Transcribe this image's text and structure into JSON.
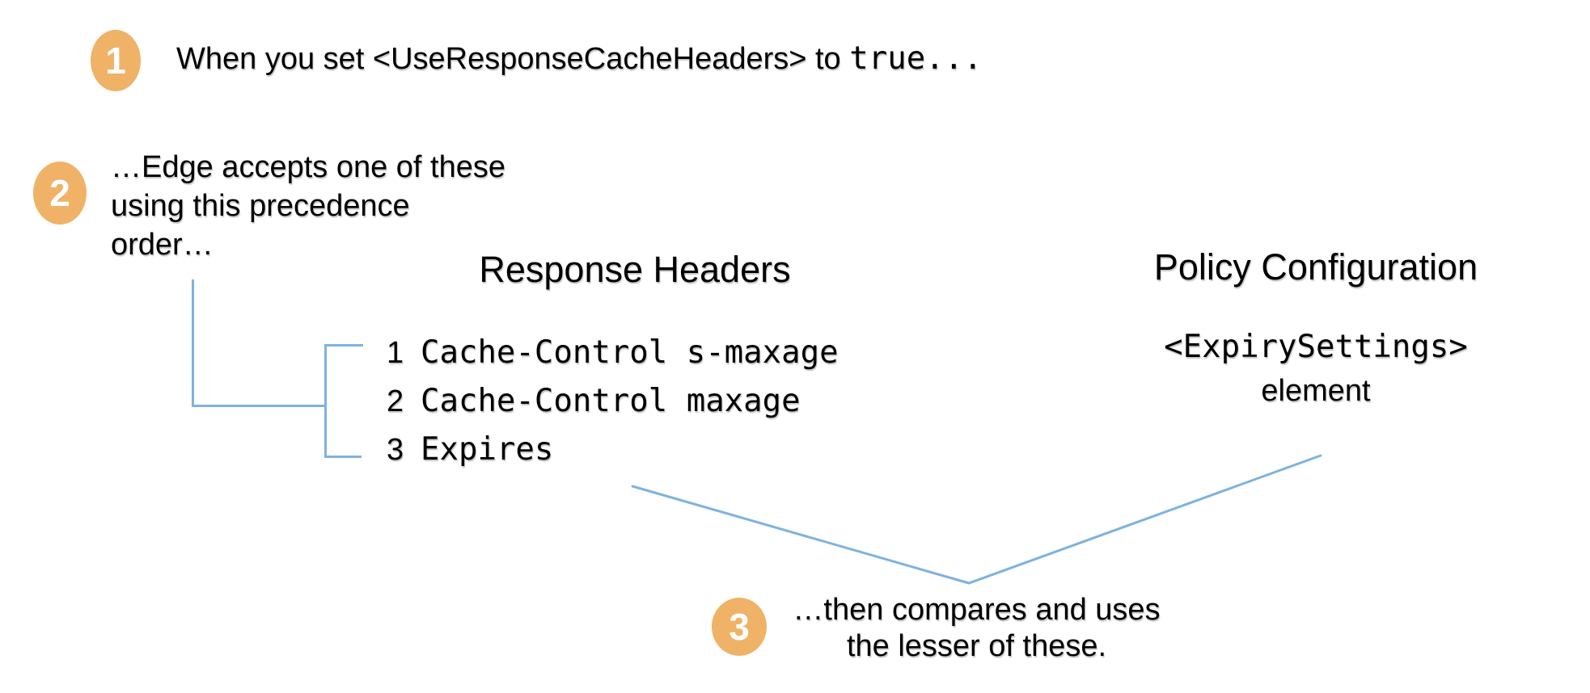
{
  "colors": {
    "badge_orange": "#F0B266",
    "connector_blue": "#7FB2DE",
    "text": "#000000",
    "background": "#ffffff"
  },
  "steps": {
    "step1": {
      "number": "1",
      "text_prefix": "When you set <UseResponseCacheHeaders> to ",
      "text_code": "true..."
    },
    "step2": {
      "number": "2",
      "lines": [
        "…Edge accepts one of these",
        "using this precedence",
        "order…"
      ]
    },
    "step3": {
      "number": "3",
      "lines": [
        "…then compares and uses",
        "the lesser of these."
      ]
    }
  },
  "response_headers": {
    "title": "Response Headers",
    "items": [
      {
        "rank": "1",
        "value": "Cache-Control s-maxage"
      },
      {
        "rank": "2",
        "value": "Cache-Control maxage"
      },
      {
        "rank": "3",
        "value": "Expires"
      }
    ]
  },
  "policy_configuration": {
    "title": "Policy Configuration",
    "code": "<ExpirySettings>",
    "label": "element"
  }
}
